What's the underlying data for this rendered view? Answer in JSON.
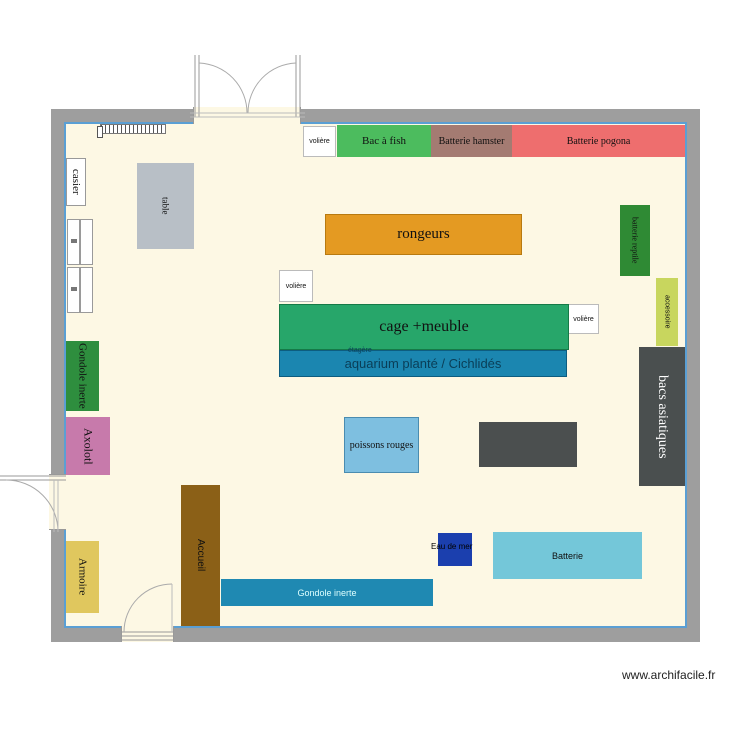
{
  "plan": {
    "watermark": "www.archifacile.fr",
    "colors": {
      "wall": "#9e9e9e",
      "floor": "#fdf8e4",
      "floor_border": "#5a9fd4"
    },
    "furniture": {
      "voliere_top": "volière",
      "bac_a_fish": "Bac à fish",
      "batterie_hamster": "Batterie hamster",
      "batterie_pogona": "Batterie pogona",
      "casier": "casier",
      "table": "table",
      "rongeurs": "rongeurs",
      "voliere_mid": "volière",
      "voliere_right": "volière",
      "batterie_reptile": "batterie reptile",
      "accessoire": "accessoire",
      "cage_meuble": "cage +meuble",
      "etagere": "étagère",
      "aquarium_plante": "aquarium planté / Cichlidés",
      "bacs_asiatiques": "bacs asiatiques",
      "gondole_inerte_left": "Gondole inerte",
      "axolotl": "Axolotl",
      "poissons_rouges": "poissons rouges",
      "armoire": "Armoire",
      "accueil": "Accueil",
      "eau_de_mer": "Eau de mer",
      "batterie": "Batterie",
      "gondole_inerte_bottom": "Gondole inerte"
    }
  }
}
